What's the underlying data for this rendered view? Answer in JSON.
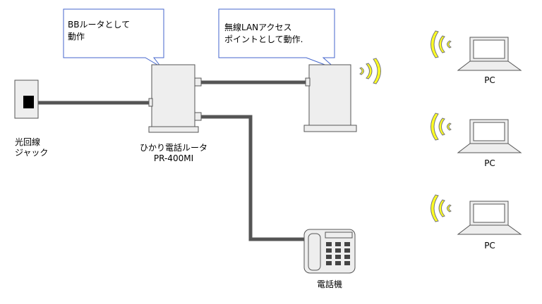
{
  "callouts": {
    "router_note": [
      "BBルータとして",
      "動作"
    ],
    "ap_note": [
      "無線LANアクセス",
      "ポイントとして動作."
    ]
  },
  "labels": {
    "fiber_jack": [
      "光回線",
      "ジャック"
    ],
    "router": [
      "ひかり電話ルータ",
      "PR-400MI"
    ],
    "phone": "電話機",
    "pc": [
      "PC",
      "PC",
      "PC"
    ]
  },
  "colors": {
    "cable": "#555555",
    "device_fill": "#eeeeee",
    "device_stroke": "#555555",
    "wireless": "#ffff22",
    "wireless_stroke": "#777777"
  },
  "icons": {
    "jack": "fiber-jack-icon",
    "router": "router-icon",
    "access_point": "access-point-icon",
    "phone": "telephone-icon",
    "pc": "laptop-icon",
    "wifi": "wifi-waves-icon"
  }
}
